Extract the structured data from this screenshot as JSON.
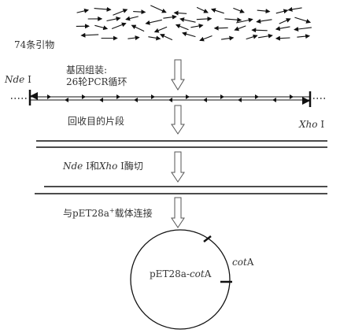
{
  "primers_label": "74条引物",
  "assembly_label_1": "基因组装:",
  "assembly_label_2": "26轮PCR循环",
  "nde_site": {
    "italic": "Nde",
    "roman": " I"
  },
  "xho_site": {
    "italic": "Xho",
    "roman": " I"
  },
  "recover_label": "回收目的片段",
  "digest_label": {
    "part1_italic": "Nde",
    "part2": " I和",
    "part3_italic": "Xho",
    "part4": " I酶切"
  },
  "ligate_label": {
    "prefix": "与pET28a",
    "sup": "+",
    "suffix": "载体连接"
  },
  "plasmid_label": {
    "prefix": "pET28a-",
    "italic": "cot",
    "suffix": "A"
  },
  "insert_label": {
    "italic": "cot",
    "suffix": "A"
  },
  "colors": {
    "ink": "#111111",
    "text": "#333333",
    "dotted": "#555555"
  }
}
